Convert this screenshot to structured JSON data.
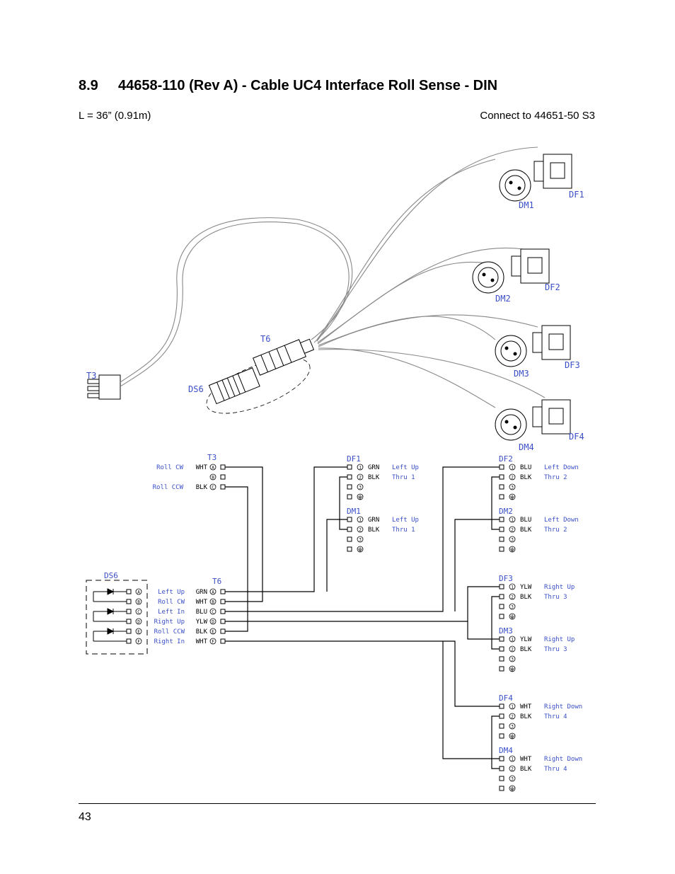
{
  "section": {
    "number": "8.9",
    "title": "44658-110 (Rev A) - Cable UC4 Interface Roll Sense - DIN"
  },
  "length_note": "L = 36” (0.91m)",
  "connect_note": "Connect to 44651-50 S3",
  "page_number": "43",
  "drawing": {
    "labels": {
      "t3": "T3",
      "t6": "T6",
      "ds6": "DS6",
      "df1": "DF1",
      "dm1": "DM1",
      "df2": "DF2",
      "dm2": "DM2",
      "df3": "DF3",
      "dm3": "DM3",
      "df4": "DF4",
      "dm4": "DM4"
    }
  },
  "schematic": {
    "t3": {
      "label": "T3",
      "rows": [
        {
          "fn": "Roll CW",
          "color": "WHT",
          "pin": "A"
        },
        {
          "fn": "",
          "color": "",
          "pin": "B"
        },
        {
          "fn": "Roll CCW",
          "color": "BLK",
          "pin": "C"
        }
      ]
    },
    "t6": {
      "label": "T6",
      "rows": [
        {
          "fn": "Left Up",
          "color": "GRN",
          "pin": "A"
        },
        {
          "fn": "Roll CW",
          "color": "WHT",
          "pin": "B"
        },
        {
          "fn": "Left In",
          "color": "BLU",
          "pin": "C"
        },
        {
          "fn": "Right Up",
          "color": "YLW",
          "pin": "D"
        },
        {
          "fn": "Roll CCW",
          "color": "BLK",
          "pin": "E"
        },
        {
          "fn": "Right In",
          "color": "WHT",
          "pin": "F"
        }
      ]
    },
    "ds6": {
      "label": "DS6",
      "pins": [
        "A",
        "B",
        "C",
        "D",
        "E",
        "F"
      ]
    },
    "connectors": [
      {
        "label": "DF1",
        "rows": [
          {
            "color": "GRN",
            "fn": "Left Up"
          },
          {
            "color": "BLK",
            "fn": "Thru 1"
          }
        ]
      },
      {
        "label": "DM1",
        "rows": [
          {
            "color": "GRN",
            "fn": "Left Up"
          },
          {
            "color": "BLK",
            "fn": "Thru 1"
          }
        ]
      },
      {
        "label": "DF2",
        "rows": [
          {
            "color": "BLU",
            "fn": "Left Down"
          },
          {
            "color": "BLK",
            "fn": "Thru 2"
          }
        ]
      },
      {
        "label": "DM2",
        "rows": [
          {
            "color": "BLU",
            "fn": "Left Down"
          },
          {
            "color": "BLK",
            "fn": "Thru 2"
          }
        ]
      },
      {
        "label": "DF3",
        "rows": [
          {
            "color": "YLW",
            "fn": "Right Up"
          },
          {
            "color": "BLK",
            "fn": "Thru 3"
          }
        ]
      },
      {
        "label": "DM3",
        "rows": [
          {
            "color": "YLW",
            "fn": "Right Up"
          },
          {
            "color": "BLK",
            "fn": "Thru 3"
          }
        ]
      },
      {
        "label": "DF4",
        "rows": [
          {
            "color": "WHT",
            "fn": "Right Down"
          },
          {
            "color": "BLK",
            "fn": "Thru 4"
          }
        ]
      },
      {
        "label": "DM4",
        "rows": [
          {
            "color": "WHT",
            "fn": "Right Down"
          },
          {
            "color": "BLK",
            "fn": "Thru 4"
          }
        ]
      }
    ],
    "pin_numbers": [
      "1",
      "2",
      "3"
    ]
  }
}
